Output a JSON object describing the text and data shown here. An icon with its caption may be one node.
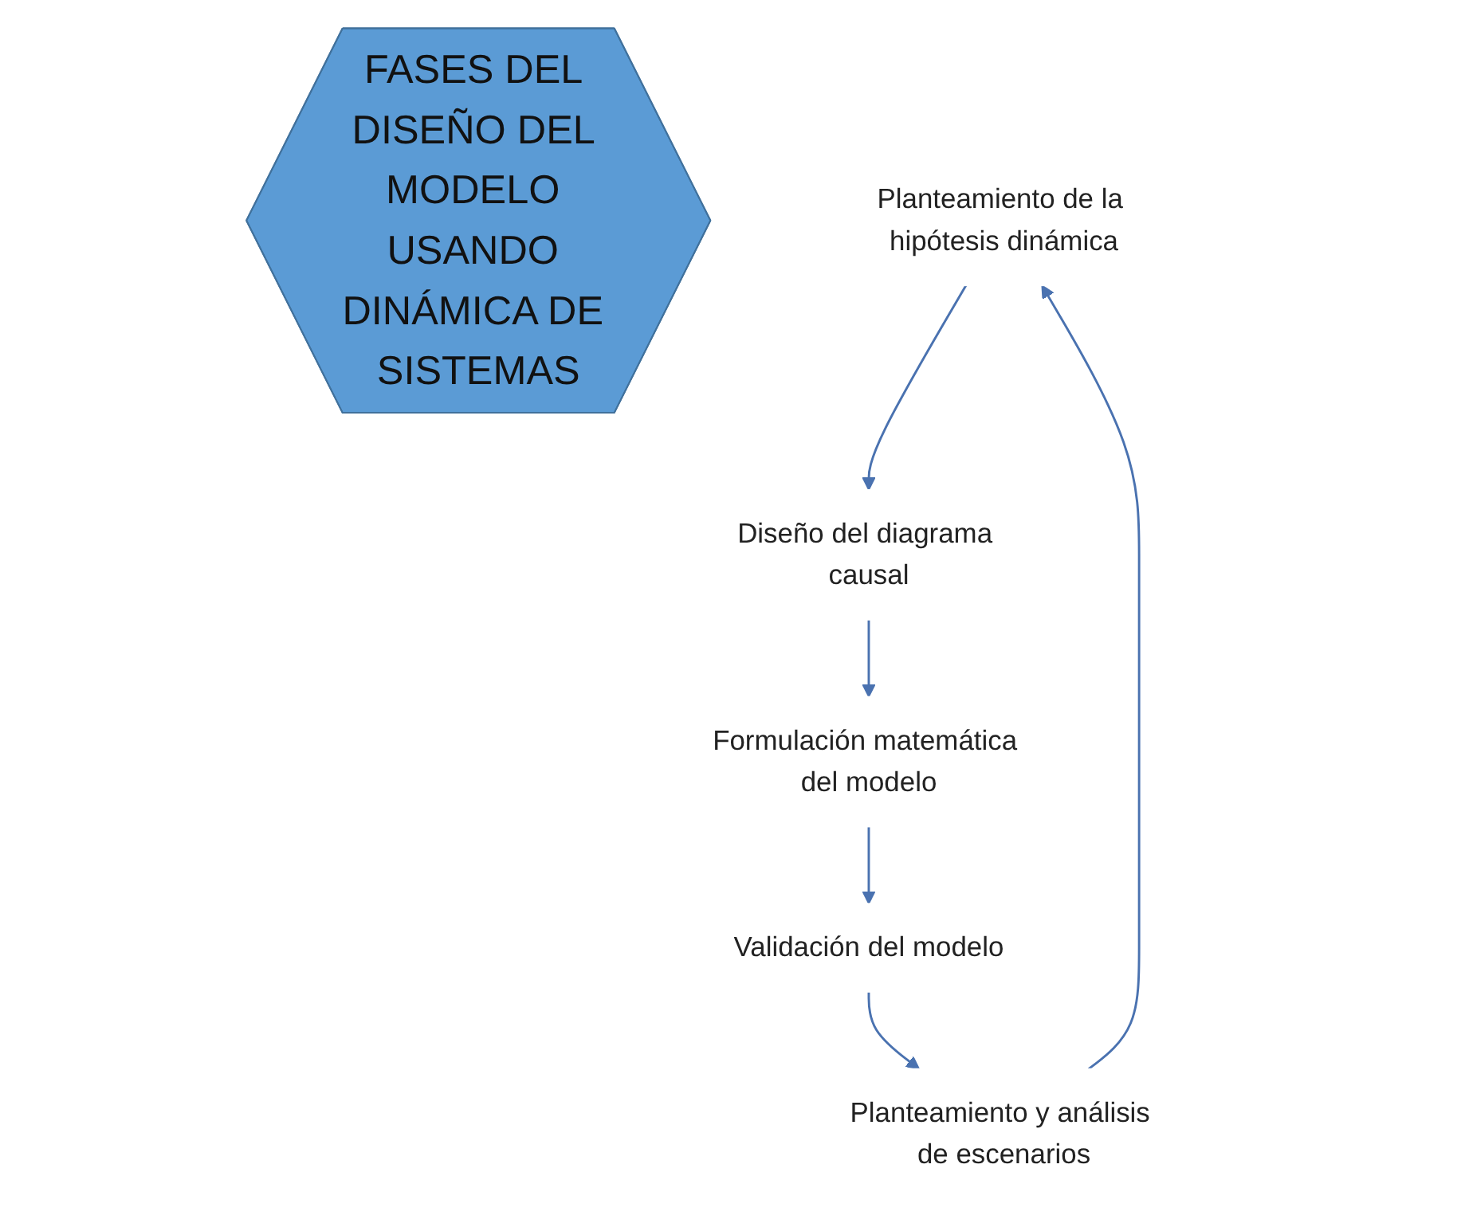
{
  "diagram": {
    "nodes": [
      {
        "text": [
          "FASES DEL DISEÑO DEL MODELO USANDO DINÁMICA DE SISTEMAS"
        ]
      },
      {
        "text": [
          "Planteamiento de la hipótesis dinámica"
        ]
      },
      {
        "text": [
          "Diseño del diagrama causal"
        ]
      },
      {
        "text": [
          "Formulación matemática del modelo"
        ]
      },
      {
        "text": [
          "Validación del modelo"
        ]
      },
      {
        "text": [
          "Planteamiento y análisis de escenarios"
        ]
      }
    ],
    "edges": [
      {
        "from": 1,
        "to": 2,
        "arrow": "to"
      },
      {
        "from": 2,
        "to": 3,
        "arrow": "to"
      },
      {
        "from": 3,
        "to": 4,
        "arrow": "to"
      },
      {
        "from": 4,
        "to": 5,
        "arrow": "to"
      },
      {
        "from": 5,
        "to": 1,
        "arrow": "to"
      }
    ]
  }
}
